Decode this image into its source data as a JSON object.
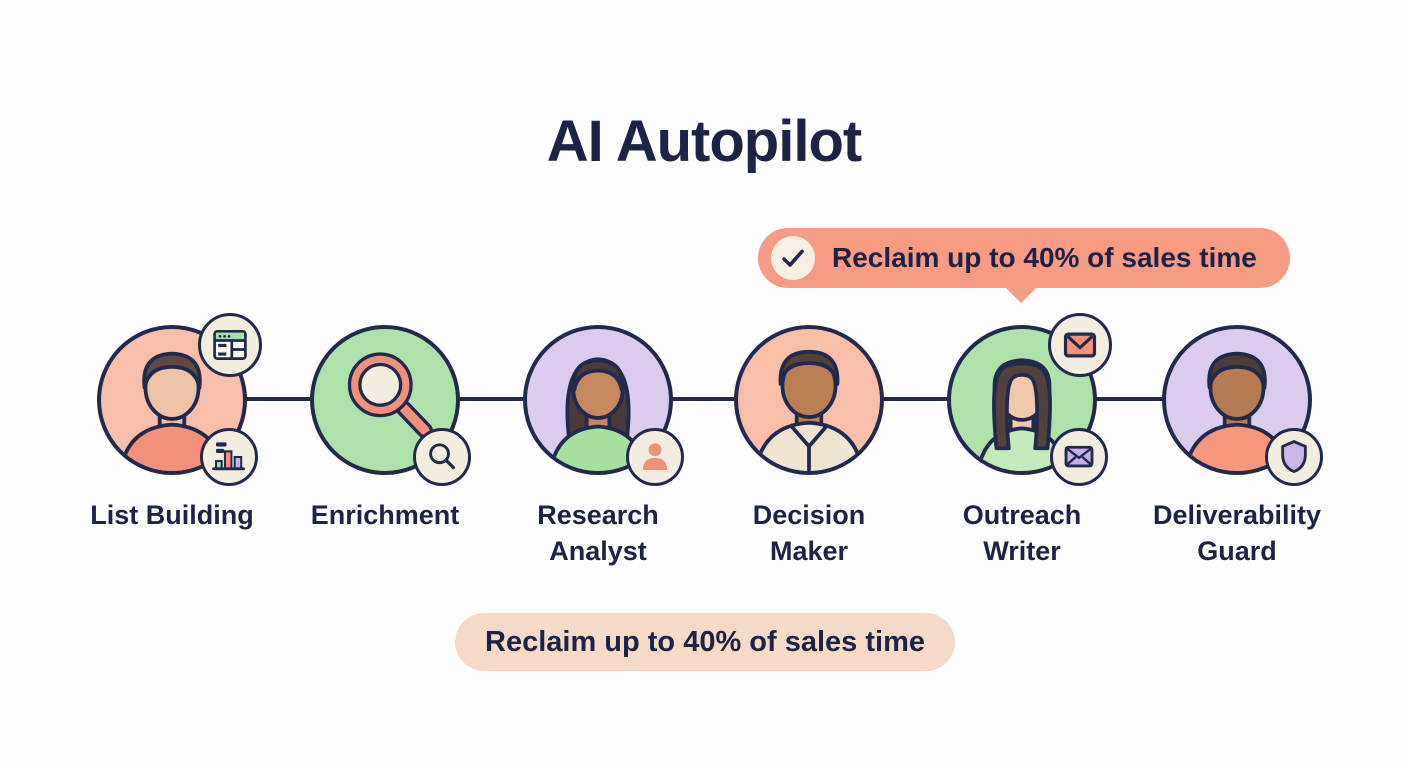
{
  "title": "AI Autopilot",
  "callout": {
    "text": "Reclaim up to 40% of sales time",
    "icon": "check-icon",
    "bg_color": "#F89B84",
    "icon_bg_color": "#F6EFE2"
  },
  "bottom_pill": {
    "text": "Reclaim up to 40% of sales time",
    "bg_color": "#F5DBC7"
  },
  "colors": {
    "background": "#FEFEFE",
    "text_navy": "#1C2344",
    "outline_navy": "#212A4C",
    "circle_salmon": "#F7BFA9",
    "circle_green": "#AEE2AA",
    "circle_lavender": "#DBCCEF",
    "badge_cream": "#F3EDE0"
  },
  "steps": [
    {
      "label": "List Building",
      "circle": "salmon",
      "avatar": "male-light-skin-salmon-shirt",
      "badges": [
        {
          "icon": "table-grid-icon",
          "position": "top-right"
        },
        {
          "icon": "bar-chart-icon",
          "position": "bottom-right"
        }
      ]
    },
    {
      "label": "Enrichment",
      "circle": "green",
      "avatar": "magnifier",
      "badges": [
        {
          "icon": "search-icon",
          "position": "bottom-right"
        }
      ]
    },
    {
      "label": "Research\nAnalyst",
      "circle": "lavender",
      "avatar": "female-bob-green-shirt",
      "badges": [
        {
          "icon": "person-icon",
          "position": "bottom-right"
        }
      ]
    },
    {
      "label": "Decision\nMaker",
      "circle": "salmon",
      "avatar": "male-brown-skin-collared-shirt",
      "badges": []
    },
    {
      "label": "Outreach\nWriter",
      "circle": "green",
      "avatar": "female-long-hair-green-shirt",
      "badges": [
        {
          "icon": "mail-salmon-icon",
          "position": "top-right"
        },
        {
          "icon": "mail-purple-icon",
          "position": "bottom-right"
        }
      ]
    },
    {
      "label": "Deliverability\nGuard",
      "circle": "lavender",
      "avatar": "male-brown-skin-salmon-shirt",
      "badges": [
        {
          "icon": "shield-icon",
          "position": "bottom-right"
        }
      ]
    }
  ]
}
